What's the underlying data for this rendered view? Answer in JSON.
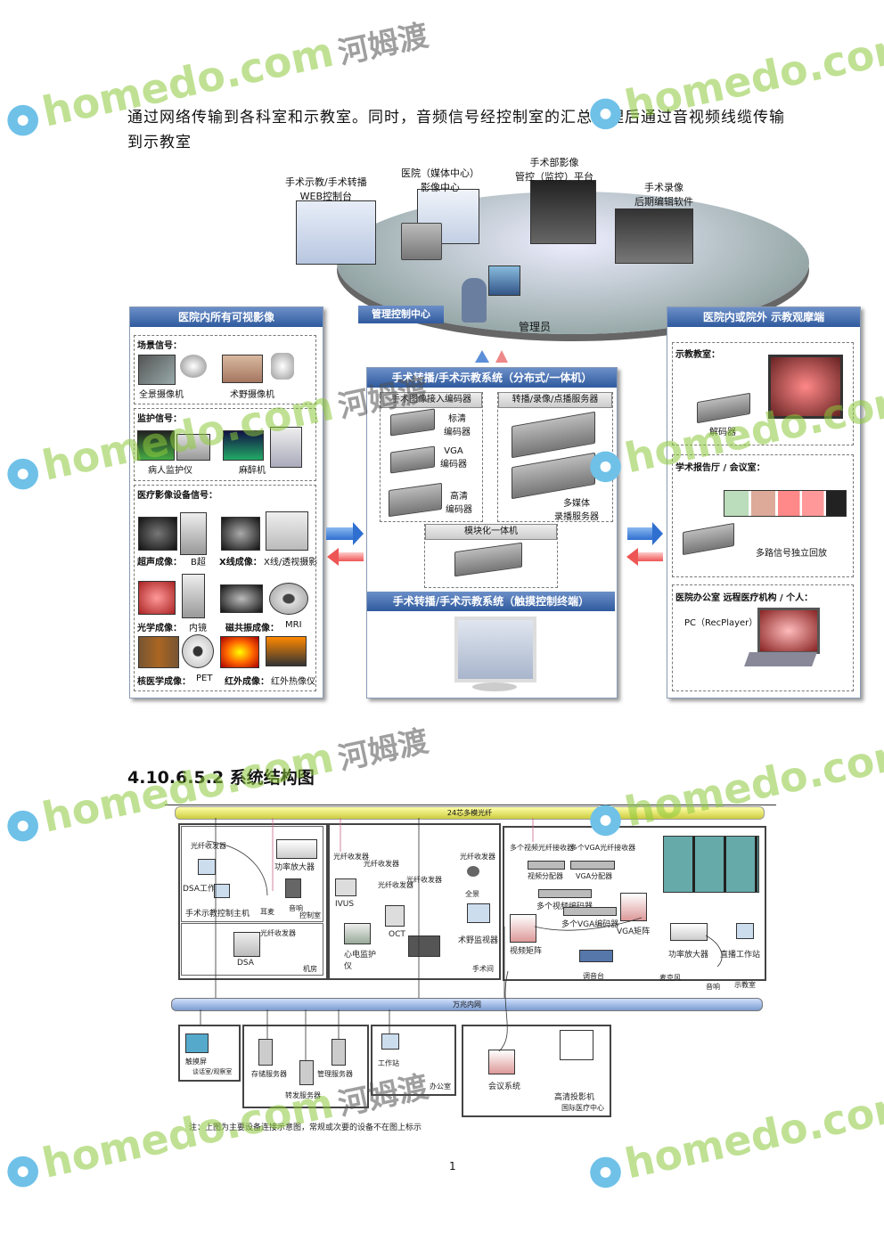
{
  "intro_text": "通过网络传输到各科室和示教室。同时，音频信号经控制室的汇总处理后通过音视频线缆传输到示教室",
  "watermark": {
    "brand": "homedo.com",
    "cn": "河姆渡"
  },
  "top": {
    "web_console": "手术示教/手术转播\nWEB控制台",
    "media_center": "医院（媒体中心）\n影像中心",
    "control_platform": "手术部影像\n管控（监控）平台",
    "editing": "手术录像\n后期编辑软件",
    "control_center": "管理控制中心",
    "admin": "管理员"
  },
  "left_panel": {
    "title": "医院内所有可视影像",
    "scene": {
      "title": "场景信号：",
      "items": [
        "全景摄像机",
        "术野摄像机"
      ]
    },
    "monitor": {
      "title": "监护信号：",
      "items": [
        "病人监护仪",
        "麻醉机"
      ]
    },
    "imaging": {
      "title": "医疗影像设备信号：",
      "rows": [
        [
          {
            "b": "超声成像：",
            "n": "B超"
          },
          {
            "b": "X线成像：",
            "n": "X线/透视摄影"
          }
        ],
        [
          {
            "b": "光学成像：",
            "n": "内镜"
          },
          {
            "b": "磁共振成像：",
            "n": "MRI"
          }
        ],
        [
          {
            "b": "核医学成像：",
            "n": "PET"
          },
          {
            "b": "红外成像：",
            "n": "红外热像仪"
          }
        ]
      ]
    }
  },
  "center_panel": {
    "title": "手术转播/手术示教系统（分布式/一体机）",
    "encoder_title": "手术图像接入编码器",
    "encoders": [
      "标清\n编码器",
      "VGA\n编码器",
      "高清\n编码器"
    ],
    "server_title": "转播/录像/点播服务器",
    "server_label": "多媒体\n录播服务器",
    "module": "模块化一体机",
    "touch_title": "手术转播/手术示教系统（触摸控制终端）"
  },
  "right_panel": {
    "title": "医院内或院外 示教观摩端",
    "classroom": {
      "title": "示教教室：",
      "item": "解码器"
    },
    "hall": {
      "title": "学术报告厅 / 会议室：",
      "item": "多路信号独立回放"
    },
    "office": {
      "title": "医院办公室   远程医疗机构 / 个人：",
      "item": "PC（RecPlayer）"
    }
  },
  "section_heading": "4.10.6.5.2 系统结构图",
  "structure": {
    "top_bus": "24芯多模光纤",
    "mid_bus": "万兆内网",
    "or1": [
      "光纤收发器",
      "DSA工作站",
      "手术示教控制主机",
      "耳麦",
      "功率放大器",
      "音响",
      "控制室"
    ],
    "or1b": [
      "光纤收发器",
      "DSA",
      "机房"
    ],
    "or2": [
      "光纤收发器",
      "光纤收发器",
      "光纤收发器",
      "光纤收发器",
      "光纤收发器",
      "IVUS",
      "OCT",
      "心电监护仪",
      "全景",
      "术野监视器",
      "手术间"
    ],
    "room3": [
      "多个视频光纤接收器",
      "多个VGA光纤接收器",
      "视频分配器",
      "VGA分配器",
      "多个视频编码器",
      "多个VGA编码器",
      "视频矩阵",
      "VGA矩阵",
      "调音台",
      "功率放大器",
      "麦克风",
      "音响",
      "直播工作站",
      "示教室"
    ],
    "bottom": [
      "触摸屏",
      "谈话室/观察室",
      "存储服务器",
      "管理服务器",
      "转发服务器",
      "工作站",
      "办公室",
      "会议系统",
      "高清投影机",
      "国际医疗中心"
    ],
    "note": "注：上图为主要设备连接示意图，常规或次要的设备不在图上标示"
  },
  "page_number": "1"
}
